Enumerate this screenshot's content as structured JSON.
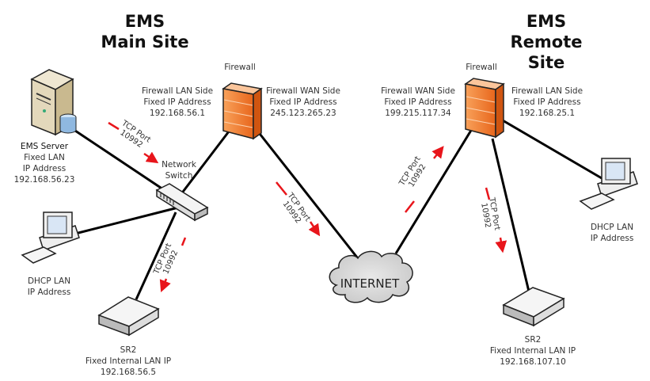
{
  "main_site": {
    "title_line1": "EMS",
    "title_line2": "Main Site",
    "firewall_label": "Firewall",
    "firewall_lan": [
      "Firewall LAN Side",
      "Fixed IP Address",
      "192.168.56.1"
    ],
    "firewall_wan": [
      "Firewall WAN Side",
      "Fixed IP Address",
      "245.123.265.23"
    ],
    "ems_server": [
      "EMS Server",
      "Fixed LAN",
      "IP Address",
      "192.168.56.23"
    ],
    "switch": [
      "Network",
      "Switch"
    ],
    "dhcp_client": [
      "DHCP LAN",
      "IP Address"
    ],
    "sr2": [
      "SR2",
      "Fixed Internal LAN IP",
      "192.168.56.5"
    ]
  },
  "remote_site": {
    "title_line1": "EMS",
    "title_line2": "Remote Site",
    "firewall_label": "Firewall",
    "firewall_wan": [
      "Firewall WAN Side",
      "Fixed IP Address",
      "199.215.117.34"
    ],
    "firewall_lan": [
      "Firewall LAN Side",
      "Fixed IP Address",
      "192.168.25.1"
    ],
    "dhcp_client": [
      "DHCP LAN",
      "IP Address"
    ],
    "sr2": [
      "SR2",
      "Fixed Internal LAN IP",
      "192.168.107.10"
    ]
  },
  "internet_label": "INTERNET",
  "tcp_port": {
    "line1": "TCP Port",
    "line2": "10992"
  },
  "colors": {
    "arrow": "#e8151b",
    "firewall": "#f07b2e",
    "link": "#000000"
  }
}
